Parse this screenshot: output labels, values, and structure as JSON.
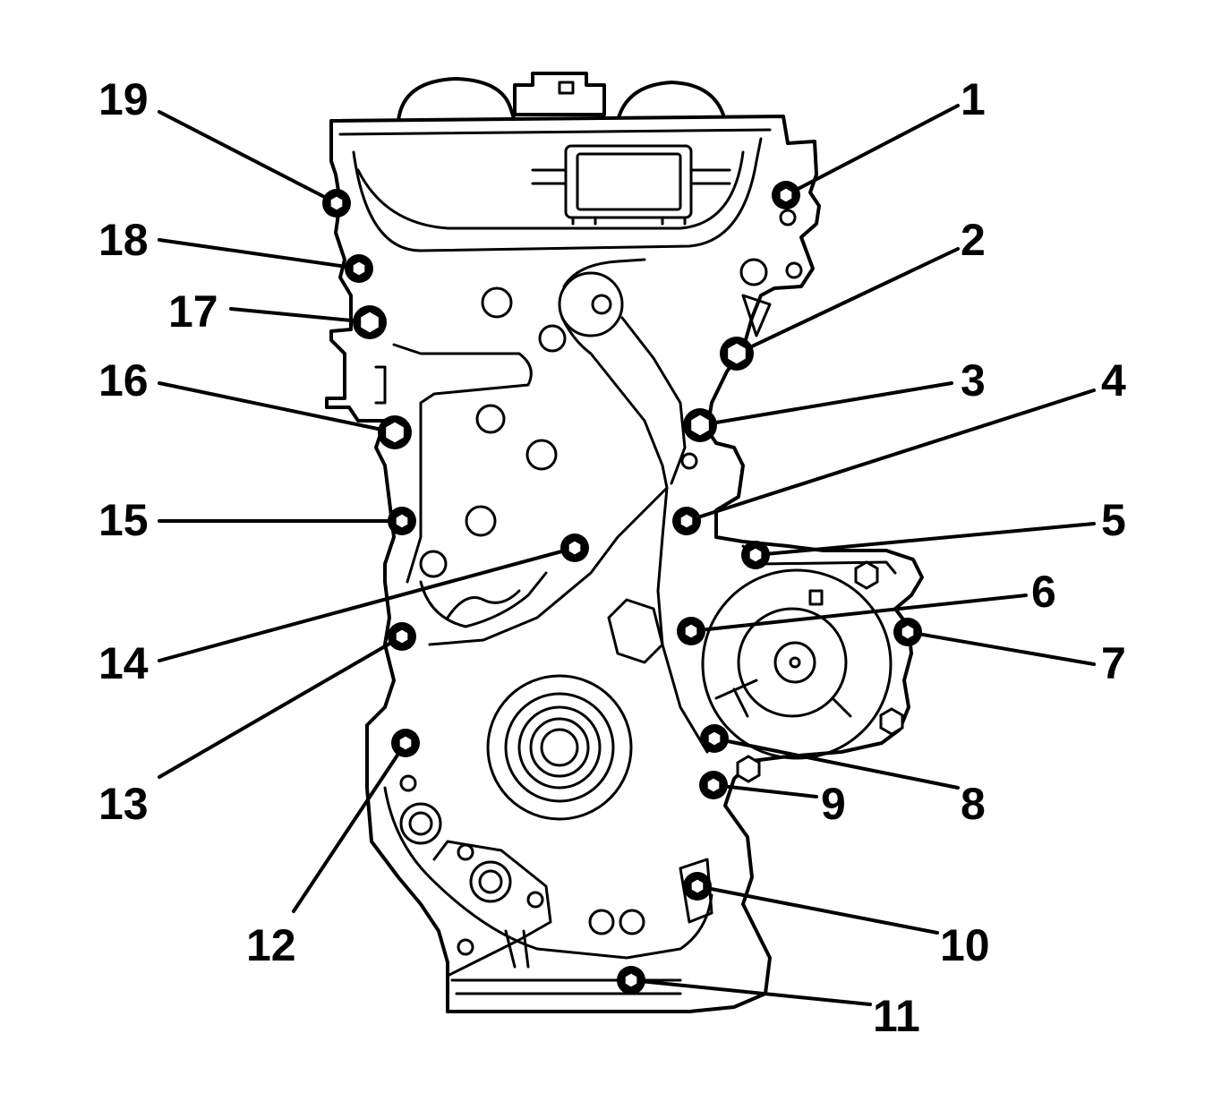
{
  "figure": {
    "subject": "engine front cover bolt tightening sequence",
    "callout_color": "#000000",
    "line_color": "#000000",
    "background": "#ffffff",
    "bolt_count": 19
  },
  "callouts": [
    {
      "id": "1",
      "label": "1"
    },
    {
      "id": "2",
      "label": "2"
    },
    {
      "id": "3",
      "label": "3"
    },
    {
      "id": "4",
      "label": "4"
    },
    {
      "id": "5",
      "label": "5"
    },
    {
      "id": "6",
      "label": "6"
    },
    {
      "id": "7",
      "label": "7"
    },
    {
      "id": "8",
      "label": "8"
    },
    {
      "id": "9",
      "label": "9"
    },
    {
      "id": "10",
      "label": "10"
    },
    {
      "id": "11",
      "label": "11"
    },
    {
      "id": "12",
      "label": "12"
    },
    {
      "id": "13",
      "label": "13"
    },
    {
      "id": "14",
      "label": "14"
    },
    {
      "id": "15",
      "label": "15"
    },
    {
      "id": "16",
      "label": "16"
    },
    {
      "id": "17",
      "label": "17"
    },
    {
      "id": "18",
      "label": "18"
    },
    {
      "id": "19",
      "label": "19"
    }
  ]
}
